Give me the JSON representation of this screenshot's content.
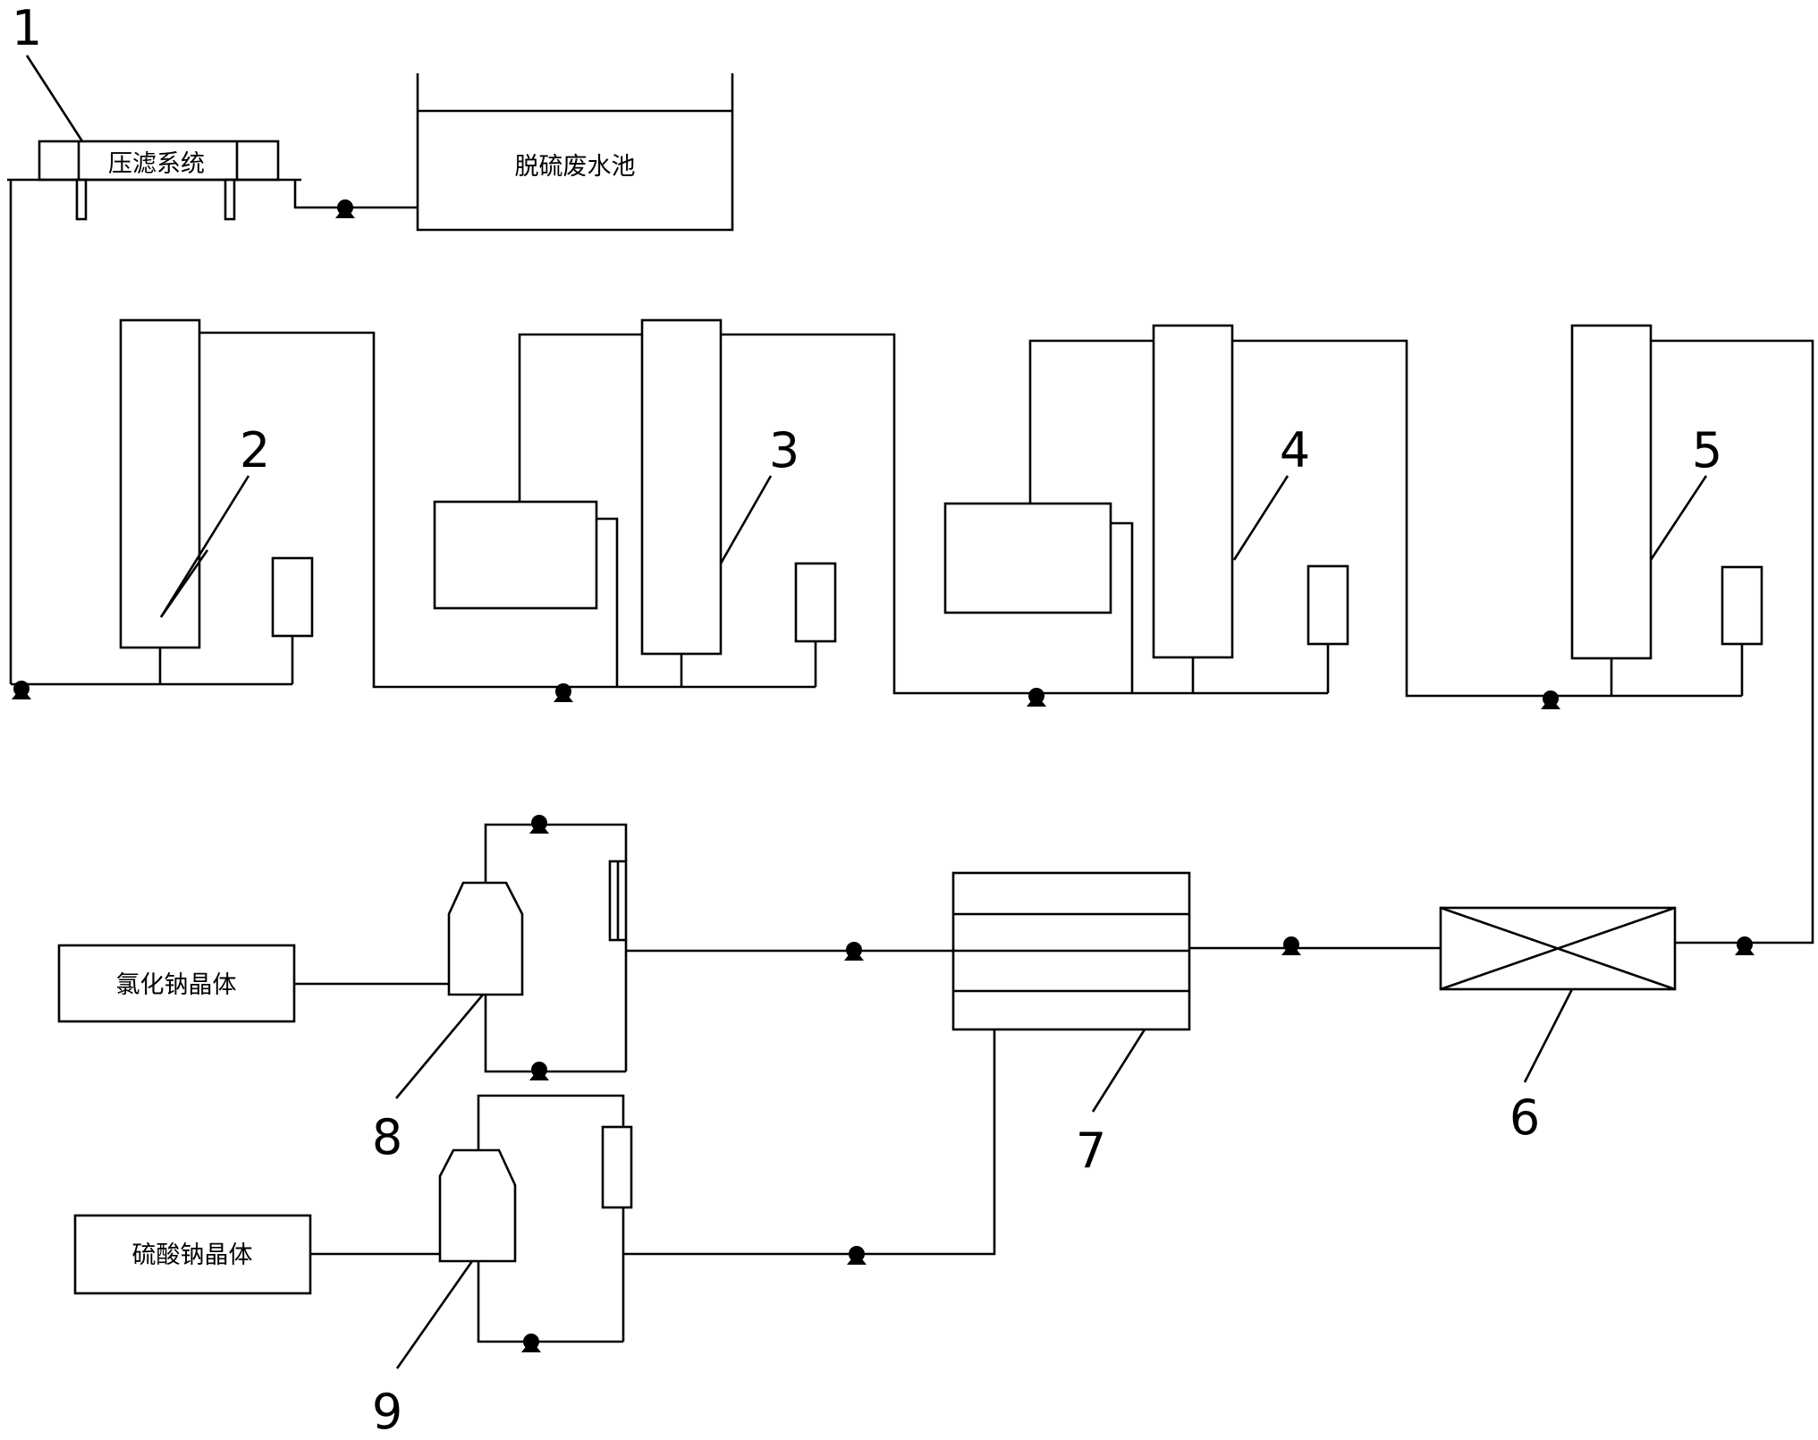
{
  "labels": {
    "filter": "压滤系统",
    "wastewater_pool": "脱硫废水池",
    "nacl_crystal": "氯化钠晶体",
    "na2so4_crystal": "硫酸钠晶体"
  },
  "numbers": {
    "n1": "1",
    "n2": "2",
    "n3": "3",
    "n4": "4",
    "n5": "5",
    "n6": "6",
    "n7": "7",
    "n8": "8",
    "n9": "9"
  }
}
